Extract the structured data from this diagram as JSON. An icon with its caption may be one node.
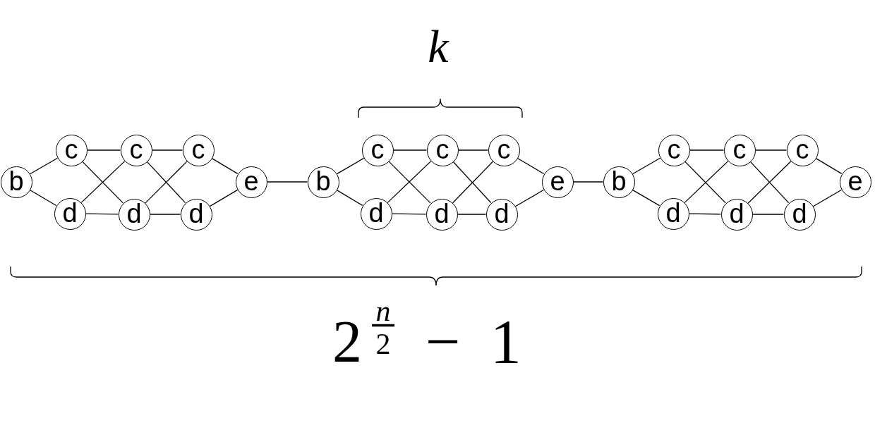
{
  "diagram": {
    "nodes": [
      {
        "text": [
          "b"
        ]
      },
      {
        "text": [
          "c"
        ]
      },
      {
        "text": [
          "d"
        ]
      },
      {
        "text": [
          "c"
        ]
      },
      {
        "text": [
          "d"
        ]
      },
      {
        "text": [
          "c"
        ]
      },
      {
        "text": [
          "d"
        ]
      },
      {
        "text": [
          "e"
        ]
      },
      {
        "text": [
          "b"
        ]
      },
      {
        "text": [
          "c"
        ]
      },
      {
        "text": [
          "d"
        ]
      },
      {
        "text": [
          "c"
        ]
      },
      {
        "text": [
          "d"
        ]
      },
      {
        "text": [
          "c"
        ]
      },
      {
        "text": [
          "d"
        ]
      },
      {
        "text": [
          "e"
        ]
      },
      {
        "text": [
          "b"
        ]
      },
      {
        "text": [
          "c"
        ]
      },
      {
        "text": [
          "d"
        ]
      },
      {
        "text": [
          "c"
        ]
      },
      {
        "text": [
          "d"
        ]
      },
      {
        "text": [
          "c"
        ]
      },
      {
        "text": [
          "d"
        ]
      },
      {
        "text": [
          "e"
        ]
      }
    ],
    "edges": [
      {
        "from": 0,
        "to": 1,
        "arrow": "none"
      },
      {
        "from": 0,
        "to": 2,
        "arrow": "none"
      },
      {
        "from": 1,
        "to": 3,
        "arrow": "none"
      },
      {
        "from": 1,
        "to": 4,
        "arrow": "none"
      },
      {
        "from": 2,
        "to": 3,
        "arrow": "none"
      },
      {
        "from": 2,
        "to": 4,
        "arrow": "none"
      },
      {
        "from": 3,
        "to": 5,
        "arrow": "none"
      },
      {
        "from": 3,
        "to": 6,
        "arrow": "none"
      },
      {
        "from": 4,
        "to": 5,
        "arrow": "none"
      },
      {
        "from": 4,
        "to": 6,
        "arrow": "none"
      },
      {
        "from": 5,
        "to": 7,
        "arrow": "none"
      },
      {
        "from": 6,
        "to": 7,
        "arrow": "none"
      },
      {
        "from": 7,
        "to": 8,
        "arrow": "none"
      },
      {
        "from": 8,
        "to": 9,
        "arrow": "none"
      },
      {
        "from": 8,
        "to": 10,
        "arrow": "none"
      },
      {
        "from": 9,
        "to": 11,
        "arrow": "none"
      },
      {
        "from": 9,
        "to": 12,
        "arrow": "none"
      },
      {
        "from": 10,
        "to": 11,
        "arrow": "none"
      },
      {
        "from": 10,
        "to": 12,
        "arrow": "none"
      },
      {
        "from": 11,
        "to": 13,
        "arrow": "none"
      },
      {
        "from": 11,
        "to": 14,
        "arrow": "none"
      },
      {
        "from": 12,
        "to": 13,
        "arrow": "none"
      },
      {
        "from": 12,
        "to": 14,
        "arrow": "none"
      },
      {
        "from": 13,
        "to": 15,
        "arrow": "none"
      },
      {
        "from": 14,
        "to": 15,
        "arrow": "none"
      },
      {
        "from": 15,
        "to": 16,
        "arrow": "none"
      },
      {
        "from": 16,
        "to": 17,
        "arrow": "none"
      },
      {
        "from": 16,
        "to": 18,
        "arrow": "none"
      },
      {
        "from": 17,
        "to": 19,
        "arrow": "none"
      },
      {
        "from": 17,
        "to": 20,
        "arrow": "none"
      },
      {
        "from": 18,
        "to": 19,
        "arrow": "none"
      },
      {
        "from": 18,
        "to": 20,
        "arrow": "none"
      },
      {
        "from": 19,
        "to": 21,
        "arrow": "none"
      },
      {
        "from": 19,
        "to": 22,
        "arrow": "none"
      },
      {
        "from": 20,
        "to": 21,
        "arrow": "none"
      },
      {
        "from": 20,
        "to": 22,
        "arrow": "none"
      },
      {
        "from": 21,
        "to": 23,
        "arrow": "none"
      },
      {
        "from": 22,
        "to": 23,
        "arrow": "none"
      }
    ],
    "labels": [
      "k",
      "2",
      "n",
      "2",
      "− 1"
    ]
  }
}
